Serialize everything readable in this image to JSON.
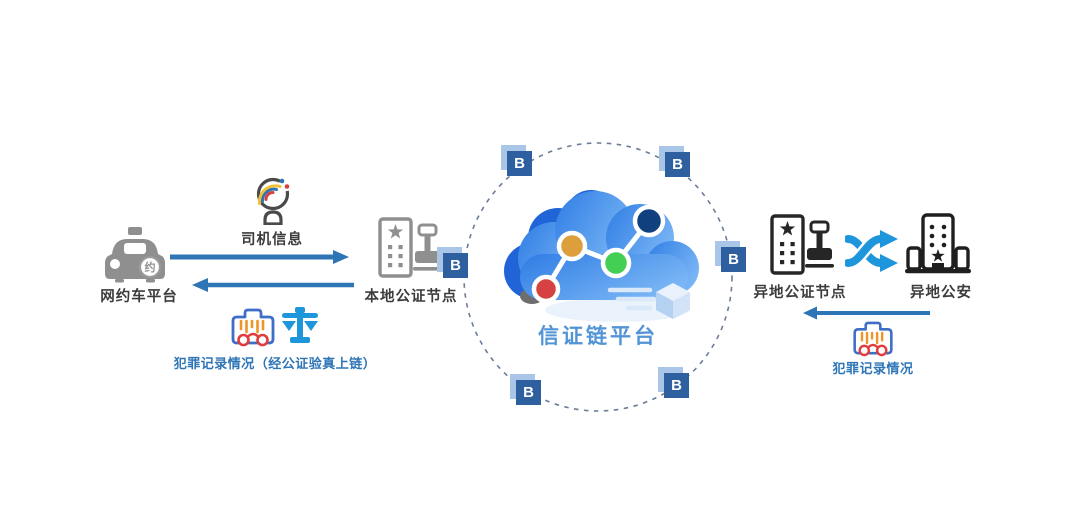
{
  "diagram": {
    "left_flow": {
      "ride_hailing_platform": "网约车平台",
      "taxi_badge": "约",
      "driver_info": "司机信息",
      "local_notary_node": "本地公证节点",
      "criminal_record_verified": "犯罪记录情况（经公证验真上链）"
    },
    "center": {
      "platform_name": "信证链平台",
      "block_letter": "B",
      "block_count": 6
    },
    "right_flow": {
      "remote_notary_node": "异地公证节点",
      "remote_police": "异地公安",
      "criminal_record": "犯罪记录情况"
    },
    "colors": {
      "arrow_blue": "#2e75b6",
      "bright_blue": "#1e96dc",
      "label_dark": "#3c3c3c",
      "label_blue": "#2e75b6",
      "platform_text_blue": "#5294d6",
      "block_fill": "#2e5f9f",
      "block_shadow": "#a9c6e9",
      "dashed_circle": "#6b7d96",
      "cloud_gradient_start": "#2e7ce4",
      "cloud_gradient_end": "#7ab6f5",
      "cloud_back": "#2064d8",
      "node_red": "#d64242",
      "node_orange": "#dd9f3c",
      "node_green": "#43cf54",
      "node_navy": "#10417e",
      "record_outline_blue": "#3f6ec6",
      "record_bars_orange": "#ef9426",
      "record_cuffs_red": "#e03c3c",
      "gray_icon": "#8f8f8f",
      "dark_icon": "#262626"
    },
    "icons": {
      "taxi": "taxi-icon",
      "driver_broadcast": "driver-broadcast-icon",
      "local_notary": "building-stamp-icon",
      "remote_notary": "building-stamp-icon",
      "remote_police": "police-building-icon",
      "exchange": "shuffle-arrows-icon",
      "criminal_record": "handcuffs-record-icon",
      "justice_scale": "balance-scale-icon",
      "platform_cloud": "cloud-network-icon",
      "block": "blockchain-block-icon"
    }
  }
}
